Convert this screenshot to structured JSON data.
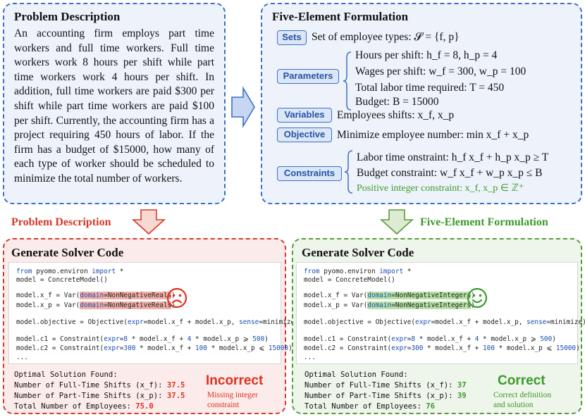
{
  "problem_panel": {
    "title": "Problem Description",
    "text": "An accounting firm employs part time workers and full time workers. Full time workers work 8 hours per shift while part time workers work 4 hours per shift. In addition, full time workers are paid $300 per shift while part time workers are paid $100 per shift. Currently, the accounting firm has a project requiring 450 hours of labor. If the firm has a budget of $15000, how many of each type of worker should be scheduled to minimize the total number of workers."
  },
  "formulation_panel": {
    "title": "Five-Element Formulation",
    "sets_tag": "Sets",
    "sets_text": "Set of employee types: 𝓢 = {f, p}",
    "parameters_tag": "Parameters",
    "param_hours": "Hours per shift: h_f = 8, h_p = 4",
    "param_wages": "Wages per shift: w_f = 300, w_p = 100",
    "param_labor": "Total labor time required: T = 450",
    "param_budget": "Budget: B = 15000",
    "variables_tag": "Variables",
    "variables_text": "Employees shifts: x_f, x_p",
    "objective_tag": "Objective",
    "objective_text": "Minimize employee number: min x_f + x_p",
    "constraints_tag": "Constraints",
    "c_labor": "Labor time onstraint: h_f x_f + h_p x_p ≥ T",
    "c_budget": "Budget constraint: w_f x_f + w_p x_p ≤ B",
    "c_integer": "Positive integer constraint: x_f, x_p ∈ ℤ⁺"
  },
  "arrow_labels": {
    "left": "Problem Description",
    "right": "Five-Element Formulation"
  },
  "left_solver": {
    "title": "Generate Solver Code",
    "domain_value": "NonNegativeReals",
    "result_header": "Optimal Solution Found:",
    "full_time_label": "Number of Full-Time Shifts (x_f):",
    "full_time_value": "37.5",
    "part_time_label": "Number of Part-Time Shifts (x_p):",
    "part_time_value": "37.5",
    "total_label": "Total Number of Employees:",
    "total_value": "75.0",
    "verdict": "Incorrect",
    "note_line1": "Missing integer",
    "note_line2": "constraint",
    "face": "sad-face"
  },
  "right_solver": {
    "title": "Generate Solver Code",
    "domain_value": "NonNegativeIntegers",
    "result_header": "Optimal Solution Found:",
    "full_time_label": "Number of Full-Time Shifts (x_f):",
    "full_time_value": "37",
    "part_time_label": "Number of Part-Time Shifts (x_p):",
    "part_time_value": "39",
    "total_label": "Total Number of Employees:",
    "total_value": "76",
    "verdict": "Correct",
    "note_line1": "Correct definition",
    "note_line2": "and solution",
    "face": "smile-face"
  },
  "code": {
    "import_from": "from",
    "import_module": " pyomo.environ ",
    "import_kw": "import",
    "import_star": " *",
    "model_line": "model = ConcreteModel()",
    "var_xf_prefix": "model.x_f = Var(",
    "var_xp_prefix": "model.x_p = Var(",
    "domain_kw": "domain",
    "eq": "=",
    "close": ")",
    "objective_prefix": "model.objective = Objective(",
    "objective_expr_kw": "expr",
    "objective_expr_val": "=model.x_f + model.x_p, ",
    "objective_sense_kw": "sense",
    "objective_sense_val": "=minimize)",
    "c1_prefix": "model.c1 = Constraint(",
    "c1_expr_kw": "expr",
    "c1_a": "=",
    "c1_n1": "8",
    "c1_b": " * model.x_f + ",
    "c1_n2": "4",
    "c1_c": " * model.x_p ⩾ ",
    "c1_n3": "500",
    "c1_end": ")",
    "c2_prefix": "model.c2 = Constraint(",
    "c2_expr_kw": "expr",
    "c2_a": "=",
    "c2_n1": "300",
    "c2_b": " * model.x_f + ",
    "c2_n2": "100",
    "c2_c": " * model.x_p ⩽ ",
    "c2_n3": "15000",
    "c2_end": ")",
    "ellipsis": "..."
  },
  "colors": {
    "blue": "#3d6fc6",
    "red": "#d43a2a",
    "green": "#5a9a3a"
  }
}
